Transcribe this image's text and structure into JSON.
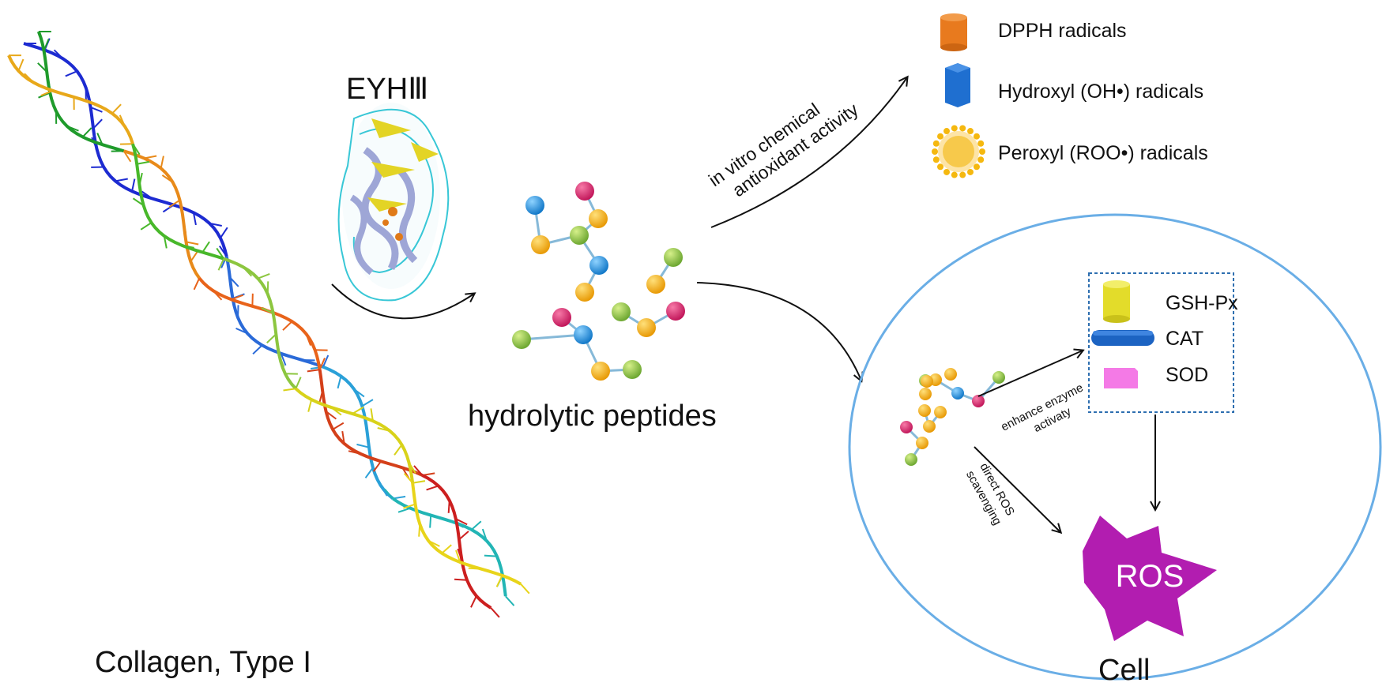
{
  "collagen_label": "Collagen, Type I",
  "enzyme_label": "EYHⅢ",
  "peptides_label": "hydrolytic peptides",
  "invitro_label_line1": "in vitro chemical",
  "invitro_label_line2": "antioxidant activity",
  "radicals": [
    {
      "label": "DPPH radicals",
      "color": "#e87a1e",
      "icon": "orange-cylinder-icon"
    },
    {
      "label": "Hydroxyl (OH•) radicals",
      "color": "#1f6fd0",
      "icon": "blue-hexagon-prism-icon"
    },
    {
      "label": "Peroxyl (ROO•) radicals",
      "color": "#f7c94b",
      "icon": "yellow-sun-icon"
    }
  ],
  "enzymes": [
    {
      "label": "GSH-Px",
      "color": "#e3dc2a",
      "icon": "yellow-cylinder-icon"
    },
    {
      "label": "CAT",
      "color": "#1c63c2",
      "icon": "blue-bar-icon"
    },
    {
      "label": "SOD",
      "color": "#f47ae6",
      "icon": "pink-block-icon"
    }
  ],
  "enhance_line1": "enhance enzyme",
  "enhance_line2": "activaty",
  "direct_line1": "direct ROS",
  "direct_line2": "scavenging",
  "ros_label": "ROS",
  "cell_label": "Cell",
  "colors": {
    "cell_border": "#6aaee6",
    "ros_fill": "#b21db0",
    "peptide_pink": "#d41f6e",
    "peptide_blue": "#1e9be6",
    "peptide_green": "#8dc63f",
    "peptide_yellow": "#f5b10f",
    "bond": "#86b9d8"
  }
}
